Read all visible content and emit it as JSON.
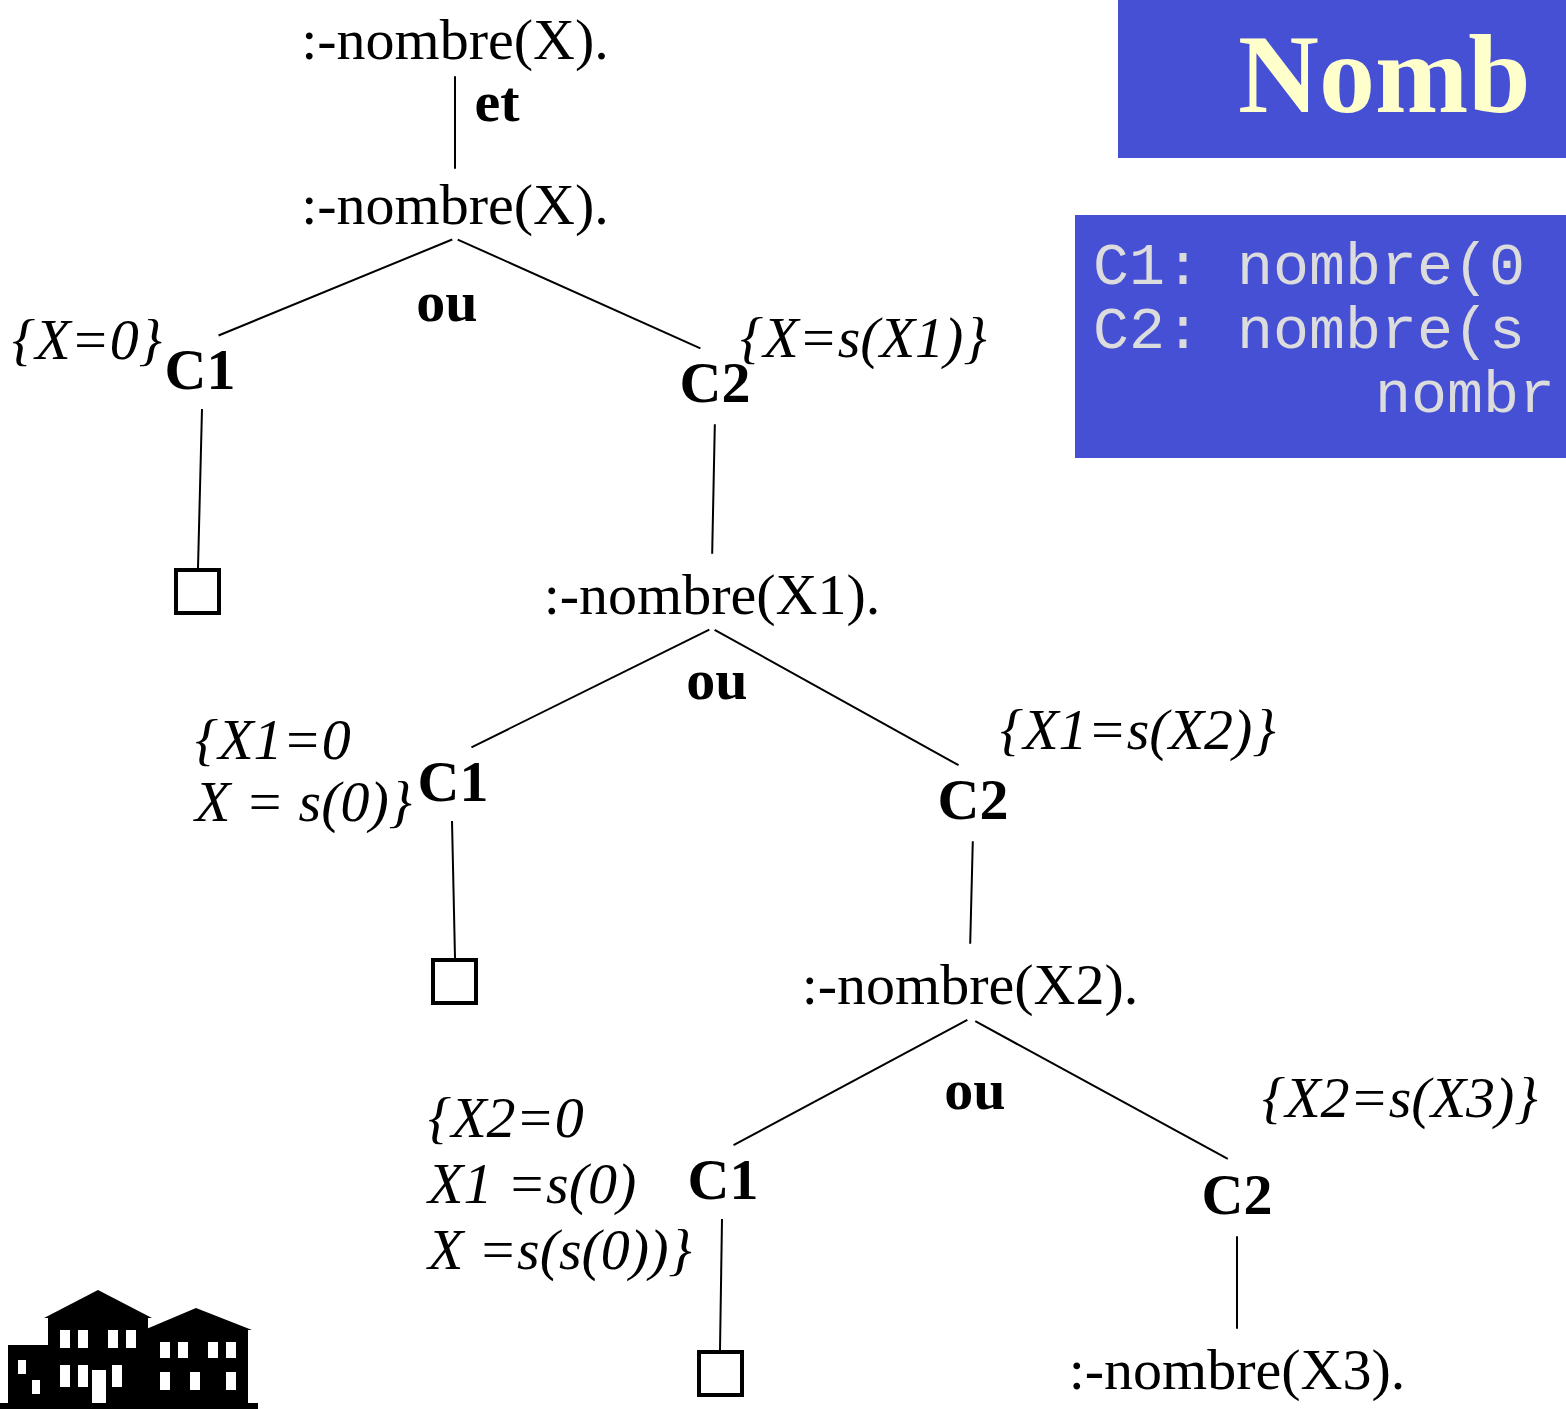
{
  "diagram": {
    "title": "Nomb",
    "nodes": [
      {
        "text": [
          ":-nombre(X)."
        ]
      },
      {
        "text": [
          ":-nombre(X)."
        ]
      },
      {
        "text": [
          "C1"
        ]
      },
      {
        "text": [
          "C2"
        ]
      },
      {
        "text": [
          ":-nombre(X1)."
        ]
      },
      {
        "text": [
          "C1"
        ]
      },
      {
        "text": [
          "C2"
        ]
      },
      {
        "text": [
          ":-nombre(X2)."
        ]
      },
      {
        "text": [
          "C1"
        ]
      },
      {
        "text": [
          "C2"
        ]
      },
      {
        "text": [
          ":-nombre(X3)."
        ]
      },
      {
        "text": [
          "C1: nombre(0",
          "C2: nombre(s nombr"
        ]
      }
    ],
    "edges": [
      {
        "from": 0,
        "to": 1,
        "arrow": "none",
        "label": "et"
      },
      {
        "from": 1,
        "to": 2,
        "arrow": "none"
      },
      {
        "from": 1,
        "to": 3,
        "arrow": "none"
      },
      {
        "from": 3,
        "to": 4,
        "arrow": "none"
      },
      {
        "from": 4,
        "to": 5,
        "arrow": "none"
      },
      {
        "from": 4,
        "to": 6,
        "arrow": "none"
      },
      {
        "from": 6,
        "to": 7,
        "arrow": "none"
      },
      {
        "from": 7,
        "to": 8,
        "arrow": "none"
      },
      {
        "from": 7,
        "to": 9,
        "arrow": "none"
      },
      {
        "from": 9,
        "to": 10,
        "arrow": "none"
      }
    ],
    "labels": [
      "{X=0}",
      "ou",
      "{X=s(X1)}",
      "{X1=0 X = s(0)}",
      "ou",
      "{X1=s(X2)}",
      "{X2=0 X1 =s(0) X =s(s(0))}",
      "ou",
      "{X2=s(X3)}"
    ]
  }
}
